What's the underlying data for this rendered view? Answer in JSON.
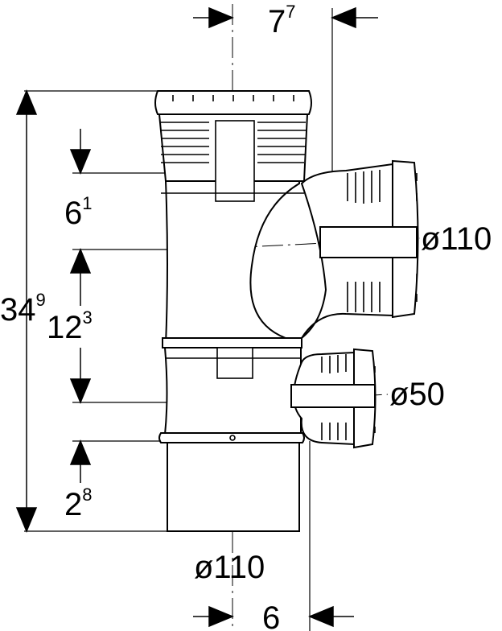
{
  "labels": {
    "top_width": {
      "base": "7",
      "sup": "7"
    },
    "bottom_width": "6",
    "total_height": {
      "base": "34",
      "sup": "9"
    },
    "upper_offset": {
      "base": "6",
      "sup": "1"
    },
    "branch_spacing": {
      "base": "12",
      "sup": "3"
    },
    "lower_offset": {
      "base": "2",
      "sup": "8"
    },
    "large_branch_diameter": "ø110",
    "small_branch_diameter": "ø50",
    "main_diameter": "ø110"
  }
}
